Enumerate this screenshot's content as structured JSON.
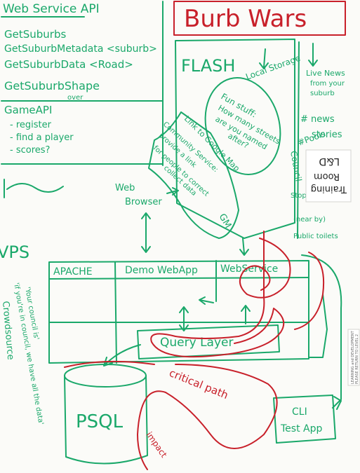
{
  "title": "Burb Wars",
  "web_service_api": {
    "heading": "Web Service API",
    "items": [
      "GetSuburbs",
      "GetSuburbMetadata <suburb>",
      "GetSuburbData <Road>",
      "GetSuburbShape"
    ],
    "extra": "over"
  },
  "game_api": {
    "heading": "GameAPI",
    "items": [
      "- register",
      "- find a player",
      "- scores?"
    ]
  },
  "flash": {
    "label": "FLASH",
    "local_storage": "Local Storage",
    "fun_stuff": [
      "Fun stuff:",
      "How many streets",
      "are you named",
      "after?"
    ],
    "community": [
      "Community Service:",
      "provide a link",
      "for people to correct",
      "- collect data"
    ],
    "link_to_google": "Link to Google Map"
  },
  "right_panel": {
    "live_news": [
      "Live News",
      "from your",
      "suburb"
    ],
    "news_stories": [
      "# news",
      "stories"
    ],
    "number_pools": "#Pools",
    "council": [
      "Council",
      "Stops"
    ],
    "public_toilets": [
      "Public toilets"
    ],
    "near_by_others": "(near by)"
  },
  "notes": {
    "training_room": [
      "Training",
      "Room",
      "L&D"
    ]
  },
  "web_browser": [
    "Web",
    "Browser"
  ],
  "vps": {
    "label": "VPS",
    "columns": [
      "APACHE",
      "Demo WebApp",
      "WebService"
    ],
    "query_layer": "Query Layer",
    "database": "PSQL",
    "cli": [
      "CLI",
      "Test App"
    ],
    "critical_path": "critical path",
    "impact": "impact"
  },
  "left_quotes": [
    "'Your council is'",
    "'if you're in council, we have all the data'"
  ],
  "left_crowdsource": "Crowdsource",
  "sign_text": [
    "LEARNING and DEVELOPMENT",
    "PLEASE RETURN TO LEVEL 2"
  ]
}
